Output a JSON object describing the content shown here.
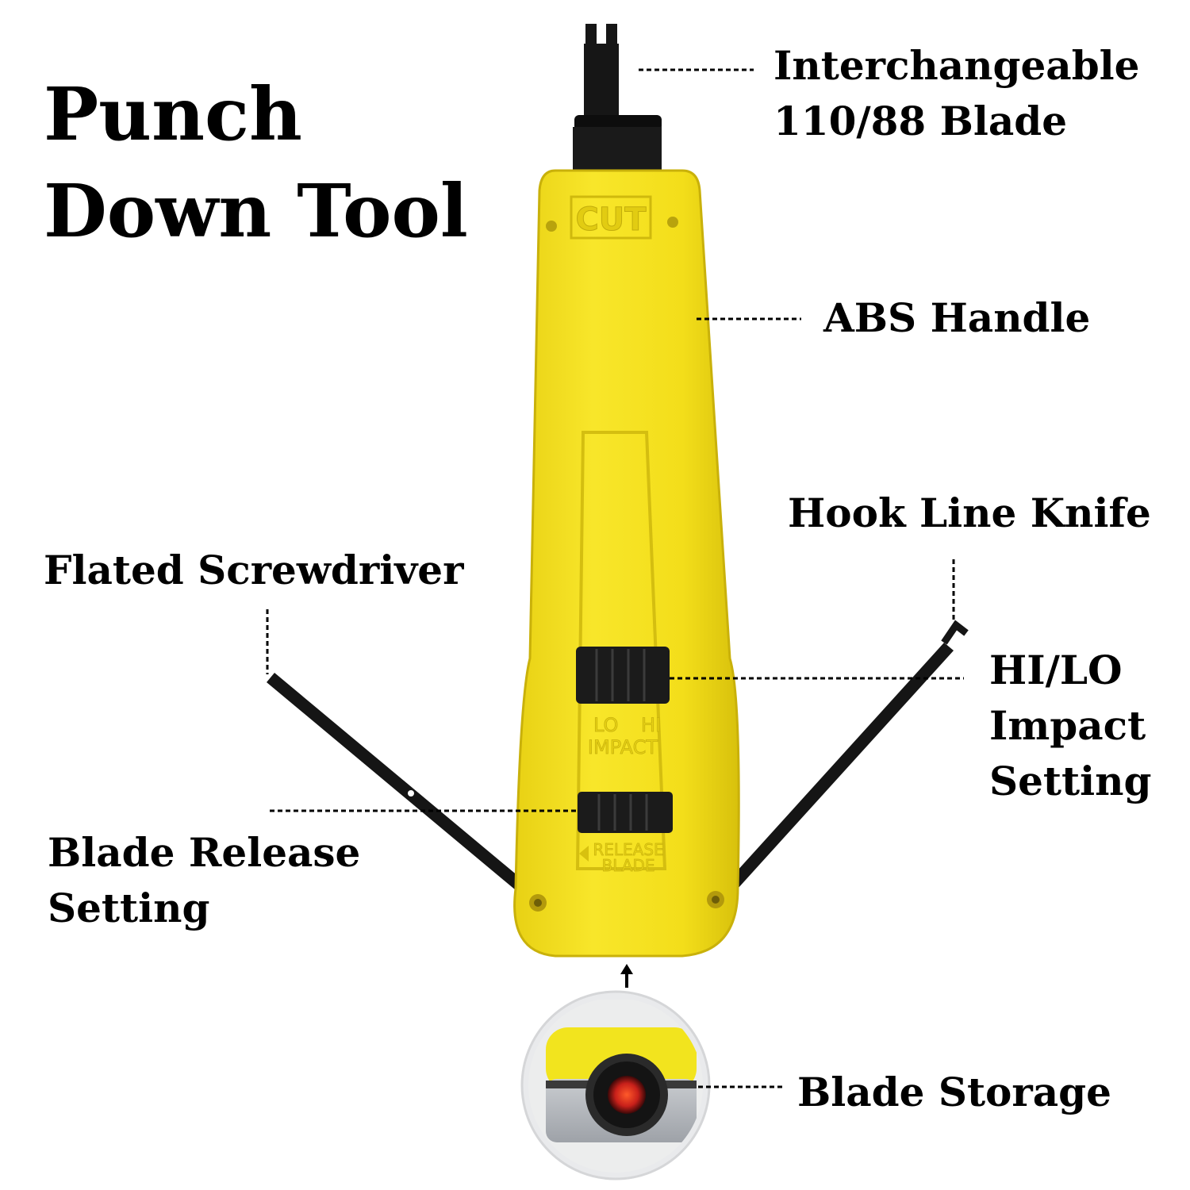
{
  "title": {
    "line1": "Punch",
    "line2": "Down Tool"
  },
  "tool_markings": {
    "top": "CUT",
    "impact_lo": "LO",
    "impact_hi": "HI",
    "impact": "IMPACT",
    "release": "RELEASE",
    "blade": "BLADE"
  },
  "callouts": {
    "interchangeable_blade": {
      "line1": "Interchangeable",
      "line2": "110/88 Blade"
    },
    "abs_handle": {
      "line1": "ABS Handle"
    },
    "hook_line_knife": {
      "line1": "Hook Line Knife"
    },
    "flated_screwdriver": {
      "line1": "Flated Screwdriver"
    },
    "hi_lo_impact": {
      "line1": "HI/LO",
      "line2": "Impact",
      "line3": "Setting"
    },
    "blade_release": {
      "line1": "Blade Release",
      "line2": "Setting"
    },
    "blade_storage": {
      "line1": "Blade Storage"
    }
  },
  "colors": {
    "handle_yellow": "#f7e21c",
    "handle_shade": "#d9c40f",
    "metal_black": "#161616",
    "leader_line": "#000000",
    "storage_red": "#e0321c"
  }
}
